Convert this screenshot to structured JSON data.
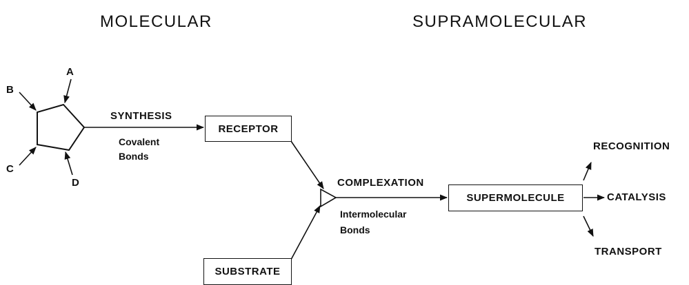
{
  "headings": {
    "left": "MOLECULAR",
    "right": "SUPRAMOLECULAR"
  },
  "ring_labels": [
    "A",
    "B",
    "C",
    "D"
  ],
  "synthesis": {
    "label": "SYNTHESIS",
    "sub_line1": "Covalent",
    "sub_line2": "Bonds"
  },
  "boxes": {
    "receptor": "RECEPTOR",
    "substrate": "SUBSTRATE",
    "supermolecule": "SUPERMOLECULE"
  },
  "complexation": {
    "label": "COMPLEXATION",
    "sub_line1": "Intermolecular",
    "sub_line2": "Bonds"
  },
  "outcomes": [
    "RECOGNITION",
    "CATALYSIS",
    "TRANSPORT"
  ]
}
